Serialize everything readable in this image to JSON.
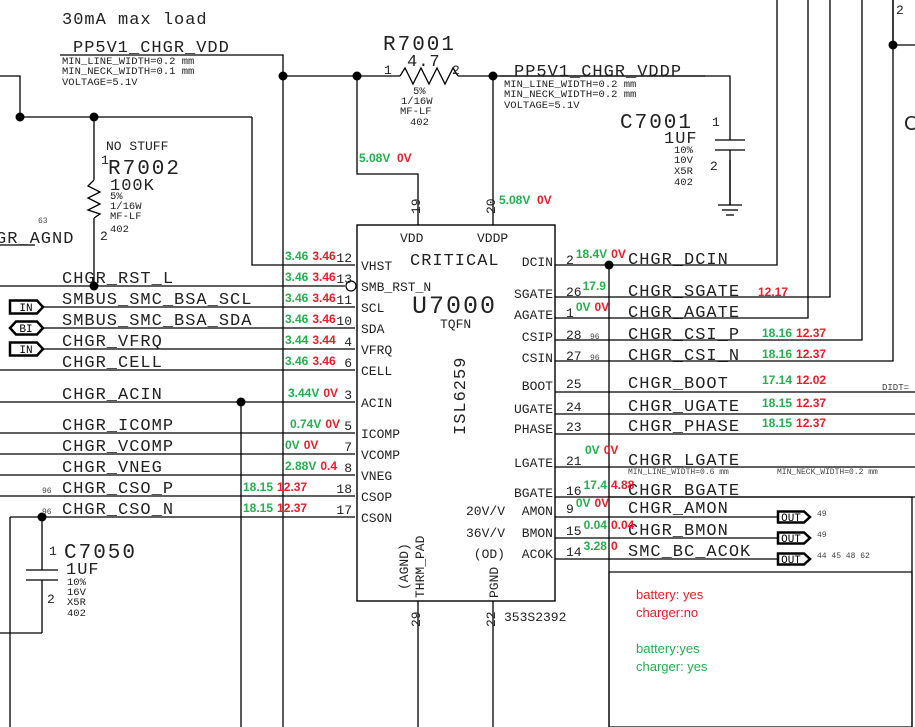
{
  "colors": {
    "battery_only_value": "#ee1c24",
    "charger_value": "#22b14c",
    "wire": "#000000",
    "text": "#222222"
  },
  "header_note": "30mA max load",
  "nets": {
    "vdd": {
      "name": "PP5V1_CHGR_VDD",
      "props": [
        "MIN_LINE_WIDTH=0.2 mm",
        "MIN_NECK_WIDTH=0.1 mm",
        "VOLTAGE=5.1V"
      ]
    },
    "vddp": {
      "name": "PP5V1_CHGR_VDDP",
      "props": [
        "MIN_LINE_WIDTH=0.2 mm",
        "MIN_NECK_WIDTH=0.2 mm",
        "VOLTAGE=5.1V"
      ]
    },
    "agnd": {
      "name": "GR_AGND",
      "page_ref": "63"
    }
  },
  "components": {
    "r7001": {
      "ref": "R7001",
      "value": "4.7",
      "pin1": "1",
      "pin2": "2",
      "props": [
        "5%",
        "1/16W",
        "MF-LF",
        "402"
      ]
    },
    "r7002": {
      "note": "NO STUFF",
      "ref": "R7002",
      "value": "100K",
      "pin1": "1",
      "pin2": "2",
      "props": [
        "5%",
        "1/16W",
        "MF-LF",
        "402"
      ]
    },
    "c7001": {
      "ref": "C7001",
      "value": "1UF",
      "pin1": "1",
      "pin2": "2",
      "props": [
        "10%",
        "10V",
        "X5R",
        "402"
      ]
    },
    "c7050": {
      "ref": "C7050",
      "value": "1UF",
      "pin1": "1",
      "pin2": "2",
      "props": [
        "10%",
        "16V",
        "X5R",
        "402"
      ]
    },
    "right_partial_ref": "C",
    "right_pin": "2"
  },
  "ic": {
    "ref": "U7000",
    "part": "ISL6259",
    "package": "TQFN",
    "critical": "CRITICAL",
    "apn": "353S2392",
    "top_pins": [
      {
        "name": "VDD",
        "num": "19",
        "v_charger": "5.08V",
        "v_battery": "0V"
      },
      {
        "name": "VDDP",
        "num": "20",
        "v_charger": "5.08V",
        "v_battery": "0V"
      }
    ],
    "bottom_pins": [
      {
        "name": "THRM_PAD",
        "sub": "(AGND)",
        "num": "29"
      },
      {
        "name": "PGND",
        "num": "22"
      }
    ],
    "left_pins": [
      {
        "name": "VHST",
        "num": "12",
        "net": "",
        "v_charger": "3.46",
        "v_battery": "3.46"
      },
      {
        "name": "SMB_RST_N",
        "num": "13",
        "net": "CHGR_RST_L",
        "v_charger": "3.46",
        "v_battery": "3.46"
      },
      {
        "name": "SCL",
        "num": "11",
        "net": "SMBUS_SMC_BSA_SCL",
        "port": "IN",
        "v_charger": "3.46",
        "v_battery": "3.46"
      },
      {
        "name": "SDA",
        "num": "10",
        "net": "SMBUS_SMC_BSA_SDA",
        "port": "BI",
        "v_charger": "3.46",
        "v_battery": "3.46"
      },
      {
        "name": "VFRQ",
        "num": "4",
        "net": "CHGR_VFRQ",
        "port": "IN",
        "v_charger": "3.44",
        "v_battery": "3.44"
      },
      {
        "name": "CELL",
        "num": "6",
        "net": "CHGR_CELL",
        "v_charger": "3.46",
        "v_battery": "3.46"
      },
      {
        "name": "ACIN",
        "num": "3",
        "net": "CHGR_ACIN",
        "v_charger": "3.44V",
        "v_battery": "0V"
      },
      {
        "name": "ICOMP",
        "num": "5",
        "net": "CHGR_ICOMP",
        "v_charger": "0.74V",
        "v_battery": "0V"
      },
      {
        "name": "VCOMP",
        "num": "7",
        "net": "CHGR_VCOMP",
        "v_charger": "0V",
        "v_battery": "0V"
      },
      {
        "name": "VNEG",
        "num": "8",
        "net": "CHGR_VNEG",
        "v_charger": "2.88V",
        "v_battery": "0.4"
      },
      {
        "name": "CSOP",
        "num": "18",
        "net": "CHGR_CSO_P",
        "page_ref": "96",
        "v_charger": "18.15",
        "v_battery": "12.37"
      },
      {
        "name": "CSON",
        "num": "17",
        "net": "CHGR_CSO_N",
        "page_ref": "96",
        "v_charger": "18.15",
        "v_battery": "12.37"
      }
    ],
    "right_pins": [
      {
        "name": "DCIN",
        "num": "2",
        "net": "CHGR_DCIN",
        "v_charger": "18.4V",
        "v_battery": "0V"
      },
      {
        "name": "SGATE",
        "num": "26",
        "net": "CHGR_SGATE",
        "v_charger": "17.9",
        "v_battery": "12.17"
      },
      {
        "name": "AGATE",
        "num": "1",
        "net": "CHGR_AGATE",
        "v_charger": "0V",
        "v_battery": "0V"
      },
      {
        "name": "CSIP",
        "num": "28",
        "net": "CHGR_CSI_P",
        "page_ref": "96",
        "v_charger": "18.16",
        "v_battery": "12.37"
      },
      {
        "name": "CSIN",
        "num": "27",
        "net": "CHGR_CSI_N",
        "page_ref": "96",
        "v_charger": "18.16",
        "v_battery": "12.37"
      },
      {
        "name": "BOOT",
        "num": "25",
        "net": "CHGR_BOOT",
        "v_charger": "17.14",
        "v_battery": "12.02"
      },
      {
        "name": "UGATE",
        "num": "24",
        "net": "CHGR_UGATE",
        "v_charger": "18.15",
        "v_battery": "12.37"
      },
      {
        "name": "PHASE",
        "num": "23",
        "net": "CHGR_PHASE",
        "v_charger": "18.15",
        "v_battery": "12.37"
      },
      {
        "name": "LGATE",
        "num": "21",
        "net": "CHGR_LGATE",
        "v_charger": "0V",
        "v_battery": "0V"
      },
      {
        "name": "BGATE",
        "num": "16",
        "net": "CHGR_BGATE",
        "v_charger": "17.4",
        "v_battery": "4.88"
      },
      {
        "name": "AMON",
        "prefix": "20V/V",
        "num": "9",
        "net": "CHGR_AMON",
        "port": "OUT",
        "refs": "49",
        "v_charger": "0V",
        "v_battery": "0V"
      },
      {
        "name": "BMON",
        "prefix": "36V/V",
        "num": "15",
        "net": "CHGR_BMON",
        "port": "OUT",
        "refs": "49",
        "v_charger": "0.04",
        "v_battery": "0.04"
      },
      {
        "name": "ACOK",
        "prefix": "(OD)",
        "num": "14",
        "net": "SMC_BC_ACOK",
        "port": "OUT",
        "refs": "44 45 48 62",
        "v_charger": "3.28",
        "v_battery": "0"
      }
    ],
    "lgate_props": [
      "MIN_LINE_WIDTH=0.6 mm",
      "MIN_NECK_WIDTH=0.2 mm"
    ],
    "didt_label": "DIDT="
  },
  "legend": {
    "battery_only": [
      "battery: yes",
      "charger:no"
    ],
    "with_charger": [
      "battery:yes",
      "charger: yes"
    ]
  }
}
